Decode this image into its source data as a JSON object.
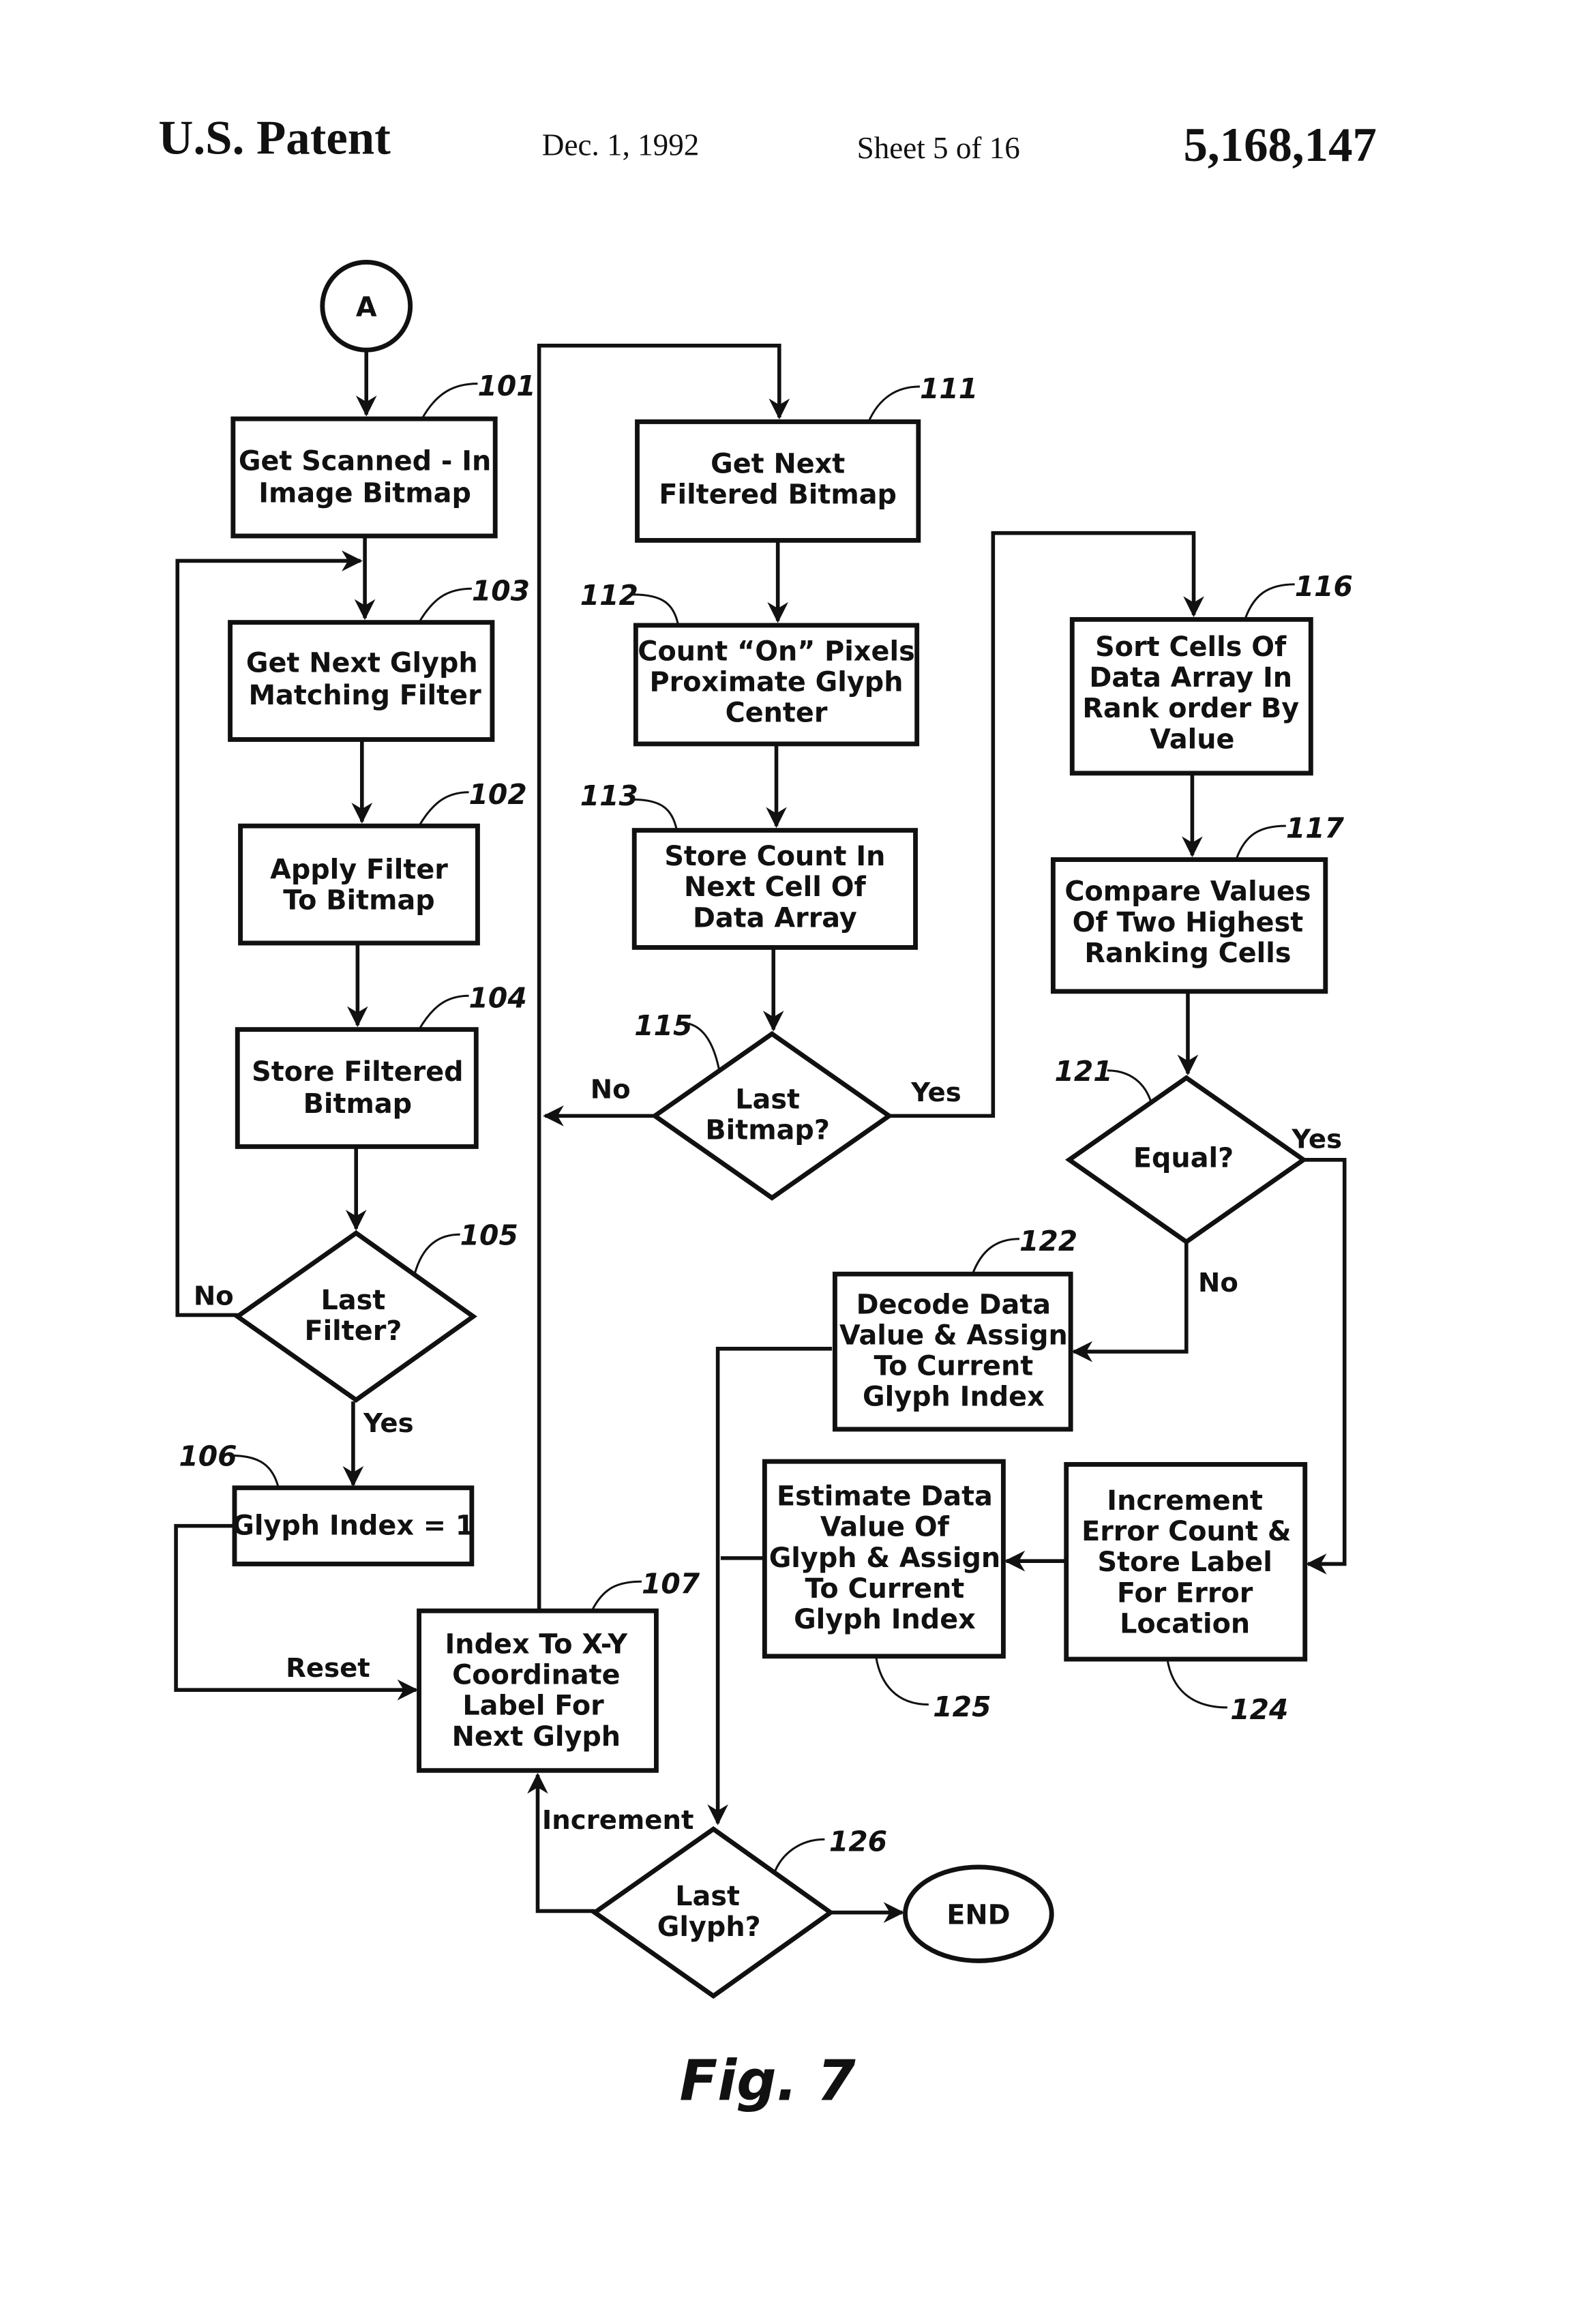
{
  "header": {
    "left": "U.S. Patent",
    "date": "Dec. 1, 1992",
    "sheet": "Sheet 5 of 16",
    "patent_number": "5,168,147"
  },
  "connector": "A",
  "nodes": {
    "n101": {
      "ref": "101",
      "lines": [
        "Get Scanned - In",
        "Image Bitmap"
      ]
    },
    "n103": {
      "ref": "103",
      "lines": [
        "Get  Next Glyph",
        "Matching Filter"
      ]
    },
    "n102": {
      "ref": "102",
      "lines": [
        "Apply Filter",
        "To Bitmap"
      ]
    },
    "n104": {
      "ref": "104",
      "lines": [
        "Store Filtered",
        "Bitmap"
      ]
    },
    "n105": {
      "ref": "105",
      "lines": [
        "Last",
        "Filter?"
      ]
    },
    "n106": {
      "ref": "106",
      "lines": [
        "Glyph Index = 1"
      ]
    },
    "n107": {
      "ref": "107",
      "lines": [
        "Index To X-Y",
        "Coordinate",
        "Label For",
        "Next Glyph"
      ]
    },
    "n111": {
      "ref": "111",
      "lines": [
        "Get Next",
        "Filtered Bitmap"
      ]
    },
    "n112": {
      "ref": "112",
      "lines": [
        "Count “On” Pixels",
        "Proximate Glyph",
        "Center"
      ]
    },
    "n113": {
      "ref": "113",
      "lines": [
        "Store Count In",
        "Next Cell Of",
        "Data Array"
      ]
    },
    "n115": {
      "ref": "115",
      "lines": [
        "Last",
        "Bitmap?"
      ]
    },
    "n116": {
      "ref": "116",
      "lines": [
        "Sort Cells Of",
        "Data Array In",
        "Rank order By",
        "Value"
      ]
    },
    "n117": {
      "ref": "117",
      "lines": [
        "Compare Values",
        "Of Two Highest",
        "Ranking Cells"
      ]
    },
    "n121": {
      "ref": "121",
      "lines": [
        "Equal?"
      ]
    },
    "n122": {
      "ref": "122",
      "lines": [
        "Decode Data",
        "Value & Assign",
        "To Current",
        "Glyph Index"
      ]
    },
    "n124": {
      "ref": "124",
      "lines": [
        "Increment",
        "Error Count &",
        "Store Label",
        "For Error",
        "Location"
      ]
    },
    "n125": {
      "ref": "125",
      "lines": [
        "Estimate Data",
        "Value Of",
        "Glyph & Assign",
        "To Current",
        "Glyph Index"
      ]
    },
    "n126": {
      "ref": "126",
      "lines": [
        "Last",
        "Glyph?"
      ]
    },
    "end": {
      "lines": [
        "END"
      ]
    }
  },
  "edge_labels": {
    "no_105": "No",
    "yes_105": "Yes",
    "no_115": "No",
    "yes_115": "Yes",
    "yes_121": "Yes",
    "no_121": "No",
    "reset": "Reset",
    "increment": "Increment"
  },
  "figure_label": "Fig. 7"
}
